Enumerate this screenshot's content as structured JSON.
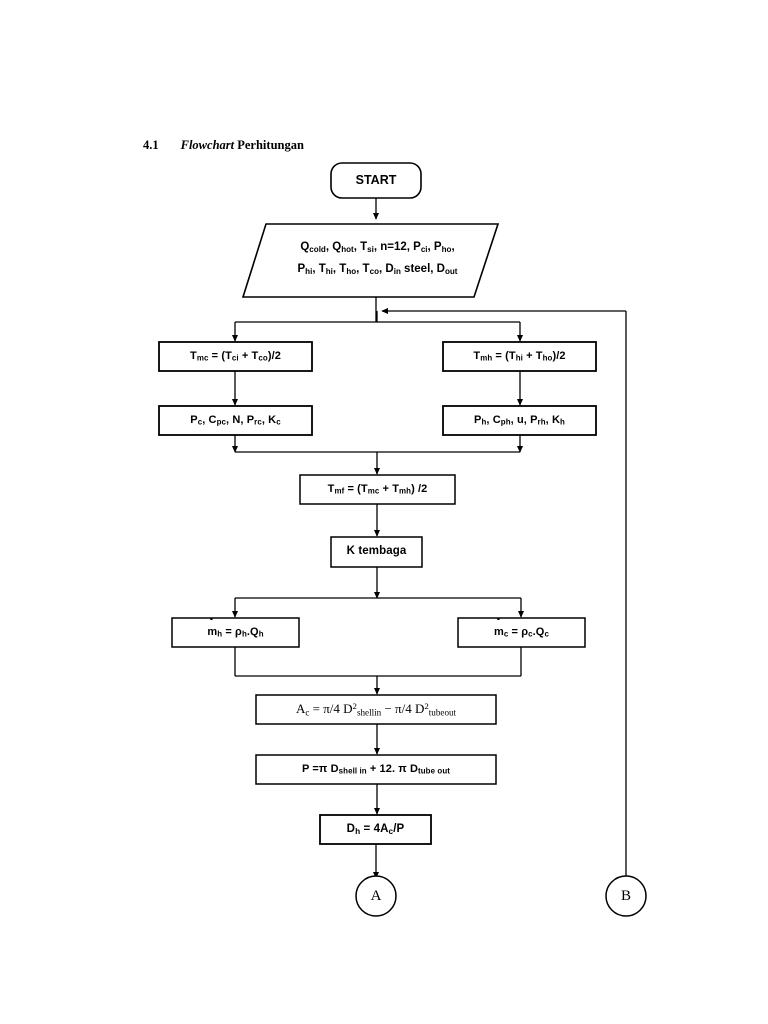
{
  "document": {
    "section_number": "4.1",
    "section_title_italic": "Flowchart",
    "section_title_rest": "Perhitungan"
  },
  "flowchart": {
    "nodes": [
      {
        "id": "start",
        "type": "terminator",
        "label": "START"
      },
      {
        "id": "input",
        "type": "io-parallelogram",
        "line1": "Q<sub>cold</sub>, Q<sub>hot</sub>, T<sub>si</sub>, n=12, P<sub>ci</sub>, P<sub>ho</sub>,",
        "line2": "P<sub>hi</sub>, T<sub>hi</sub>, T<sub>ho</sub>, T<sub>co</sub>, D<sub>in</sub> steel, D<sub>out</sub>",
        "plain_text": "Qcold, Qhot, Tsi, n=12, Pci, Pho, Phi, Thi, Tho, Tco, Din steel, Dout"
      },
      {
        "id": "tmc",
        "type": "process",
        "label": "T<sub>mc</sub> = (T<sub>ci</sub> + T<sub>co</sub>)/2",
        "plain_text": "Tmc = (Tci + Tco)/2"
      },
      {
        "id": "tmh",
        "type": "process",
        "label": "T<sub>mh</sub> = (T<sub>hi</sub> + T<sub>ho</sub>)/2",
        "plain_text": "Tmh = (Thi + Tho)/2"
      },
      {
        "id": "cold-props",
        "type": "process",
        "label": "P<sub>c</sub>, C<sub>pc</sub>, N, P<sub>rc</sub>, K<sub>c</sub>",
        "plain_text": "Pc, Cpc, N, Prc, Kc"
      },
      {
        "id": "hot-props",
        "type": "process",
        "label": "P<sub>h</sub>, C<sub>ph</sub>, u, P<sub>rh</sub>, K<sub>h</sub>",
        "plain_text": "Ph, Cph, u, Prh, Kh"
      },
      {
        "id": "tmf",
        "type": "process",
        "label": "T<sub>mf</sub> = (T<sub>mc</sub> + T<sub>mh</sub>) /2",
        "plain_text": "Tmf = (Tmc + Tmh) /2"
      },
      {
        "id": "k-tembaga",
        "type": "process",
        "label": "K tembaga",
        "plain_text": "K tembaga"
      },
      {
        "id": "mdot-h",
        "type": "process",
        "label": "<span class=\"mdot\">m</span><sub>h</sub> = &rho;<sub>h</sub>.Q<sub>h</sub>",
        "plain_text": "mh = ρh.Qh"
      },
      {
        "id": "mdot-c",
        "type": "process",
        "label": "<span class=\"mdot\">m</span><sub>c</sub> = &rho;<sub>c</sub>.Q<sub>c</sub>",
        "plain_text": "mc = ρc.Qc"
      },
      {
        "id": "area",
        "type": "process",
        "label": "A<sub>c</sub> = &pi;/4 D<sup>2</sup><sub>shellin</sub> &minus; &pi;/4 D<sup>2</sup><sub>tubeout</sub>",
        "plain_text": "Ac = π/4 D2shellin − π/4 D2tubeout"
      },
      {
        "id": "perimeter",
        "type": "process",
        "label": "P =&pi; D<sub>shell in</sub> + 12. &pi; D<sub>tube out</sub>",
        "plain_text": "P = π Dshell in + 12. π Dtube out"
      },
      {
        "id": "dh",
        "type": "process",
        "label": "D<sub>h</sub> = 4A<sub>c</sub>/P",
        "plain_text": "Dh = 4Ac/P"
      },
      {
        "id": "connector-a",
        "type": "connector",
        "label": "A"
      },
      {
        "id": "connector-b",
        "type": "connector",
        "label": "B"
      }
    ],
    "colors": {
      "stroke": "#000000",
      "fill": "#ffffff",
      "text": "#000000"
    }
  }
}
